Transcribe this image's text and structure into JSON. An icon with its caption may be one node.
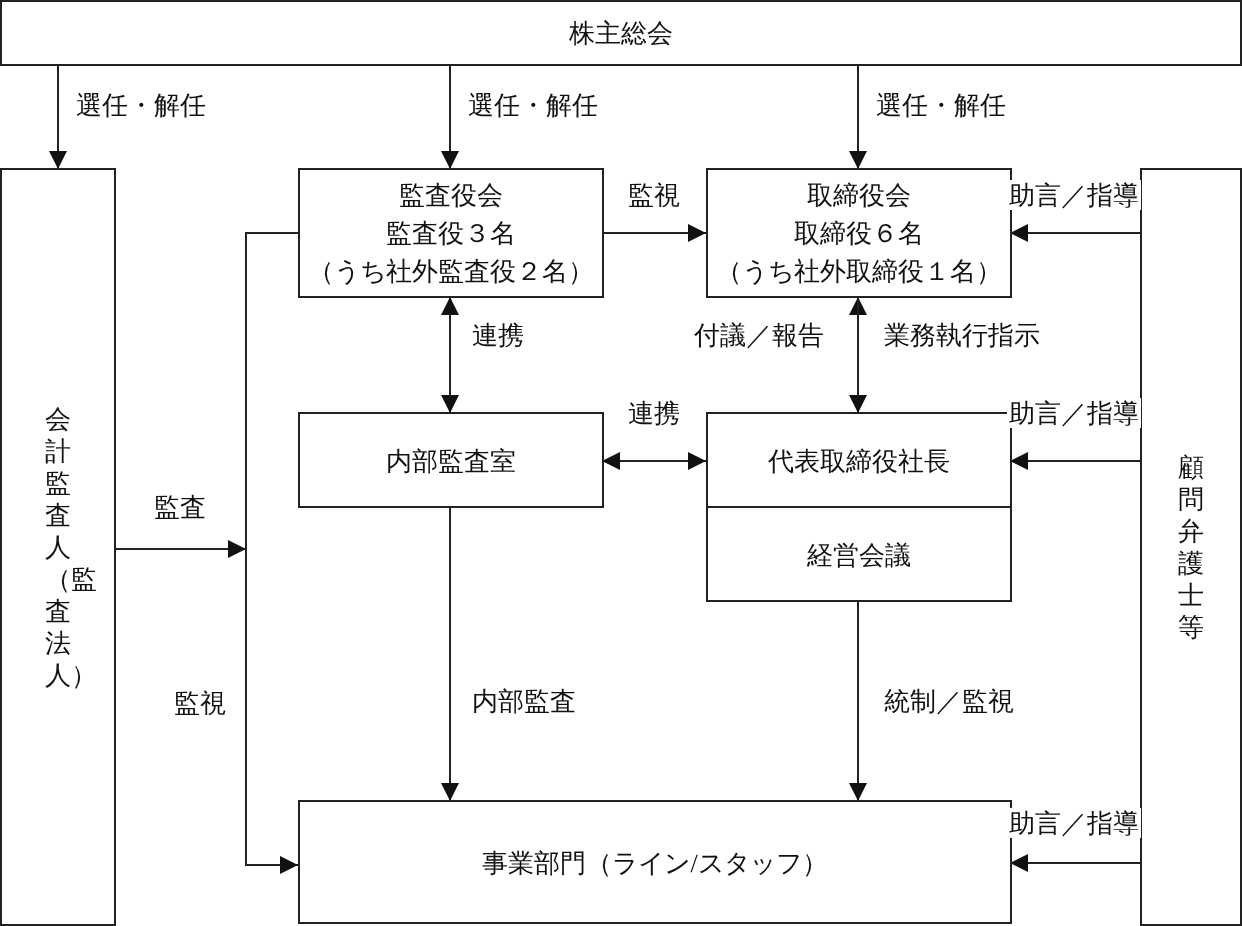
{
  "diagram": {
    "nodes": [
      {
        "text": [
          "株主総会"
        ]
      },
      {
        "text": [
          "会計監査人（監査法人）"
        ]
      },
      {
        "text": [
          "監査役会",
          "監査役３名",
          "（うち社外監査役２名）"
        ]
      },
      {
        "text": [
          "取締役会",
          "取締役６名",
          "（うち社外取締役１名）"
        ]
      },
      {
        "text": [
          "顧問弁護士等"
        ]
      },
      {
        "text": [
          "内部監査室"
        ]
      },
      {
        "text": [
          "代表取締役社長"
        ]
      },
      {
        "text": [
          "経営会議"
        ]
      },
      {
        "text": [
          "事業部門（ライン/スタッフ）"
        ]
      }
    ],
    "edges": [
      {
        "from": 0,
        "to": 1,
        "arrow": "to",
        "label": "選任・解任"
      },
      {
        "from": 0,
        "to": 2,
        "arrow": "to",
        "label": "選任・解任"
      },
      {
        "from": 0,
        "to": 3,
        "arrow": "to",
        "label": "選任・解任"
      },
      {
        "from": 2,
        "to": 3,
        "arrow": "to",
        "label": "監視"
      },
      {
        "from": 4,
        "to": 3,
        "arrow": "to",
        "label": "助言／指導"
      },
      {
        "from": 6,
        "to": 3,
        "arrow": "to",
        "label": "付議／報告"
      },
      {
        "from": 3,
        "to": 6,
        "arrow": "to",
        "label": "業務執行指示"
      },
      {
        "from": 2,
        "to": 5,
        "arrow": "both",
        "label": "連携"
      },
      {
        "from": 5,
        "to": 6,
        "arrow": "both",
        "label": "連携"
      },
      {
        "from": 4,
        "to": 6,
        "arrow": "to",
        "label": "助言／指導"
      },
      {
        "from": 1,
        "to": null,
        "arrow": "to",
        "label": "監査"
      },
      {
        "from": 2,
        "to": 8,
        "arrow": "to",
        "label": "監視"
      },
      {
        "from": 5,
        "to": 8,
        "arrow": "to",
        "label": "内部監査"
      },
      {
        "from": 7,
        "to": 8,
        "arrow": "to",
        "label": "統制／監視"
      },
      {
        "from": 4,
        "to": 8,
        "arrow": "to",
        "label": "助言／指導"
      }
    ]
  }
}
